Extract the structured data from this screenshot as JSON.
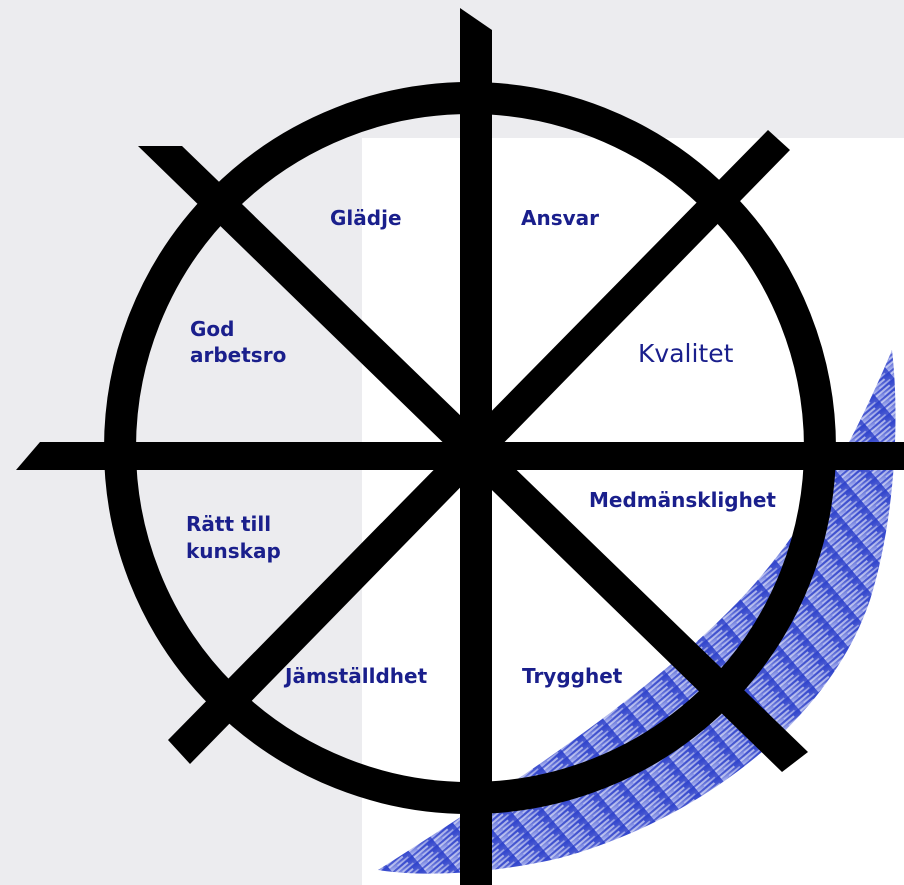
{
  "colors": {
    "background_gray": "#ececef",
    "wheel": "#000000",
    "label": "#1a1f8c",
    "swoosh": "#2b3ec9"
  },
  "wheel": {
    "segments": [
      {
        "id": "gladje",
        "lines": [
          "Glädje"
        ]
      },
      {
        "id": "ansvar",
        "lines": [
          "Ansvar"
        ]
      },
      {
        "id": "kvalitet",
        "lines": [
          "Kvalitet"
        ]
      },
      {
        "id": "medmansklighet",
        "lines": [
          "Medmänsklighet"
        ]
      },
      {
        "id": "trygghet",
        "lines": [
          "Trygghet"
        ]
      },
      {
        "id": "jamstalldhet",
        "lines": [
          "Jämställdhet"
        ]
      },
      {
        "id": "ratt-till-kunskap",
        "lines": [
          "Rätt till",
          "kunskap"
        ]
      },
      {
        "id": "god-arbetsro",
        "lines": [
          "God",
          "arbetsro"
        ]
      }
    ]
  }
}
